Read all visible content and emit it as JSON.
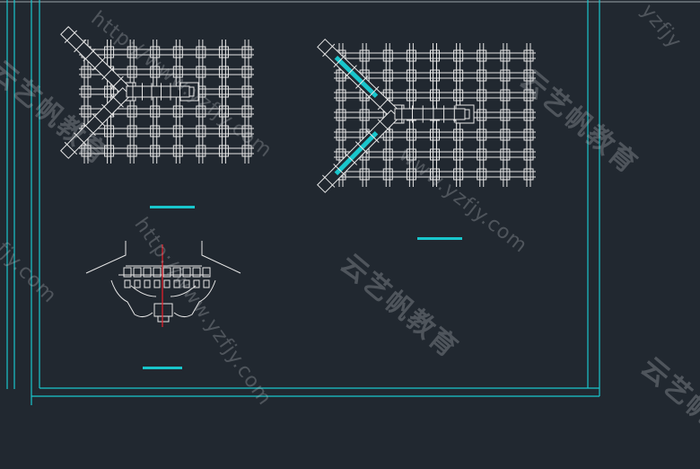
{
  "watermark": {
    "brand_cn": "云艺帆教育",
    "url": "http://www.yzfjy.com",
    "url_short": "www.yzfjy.com",
    "url_fragment_1": "yzfjy",
    "url_fragment_2": "fjy.com"
  },
  "colors": {
    "background": "#212830",
    "frame": "#19c6cc",
    "linework": "#e6e6e6",
    "accent_fill": "#19c6cc",
    "axis": "#e0202a"
  }
}
